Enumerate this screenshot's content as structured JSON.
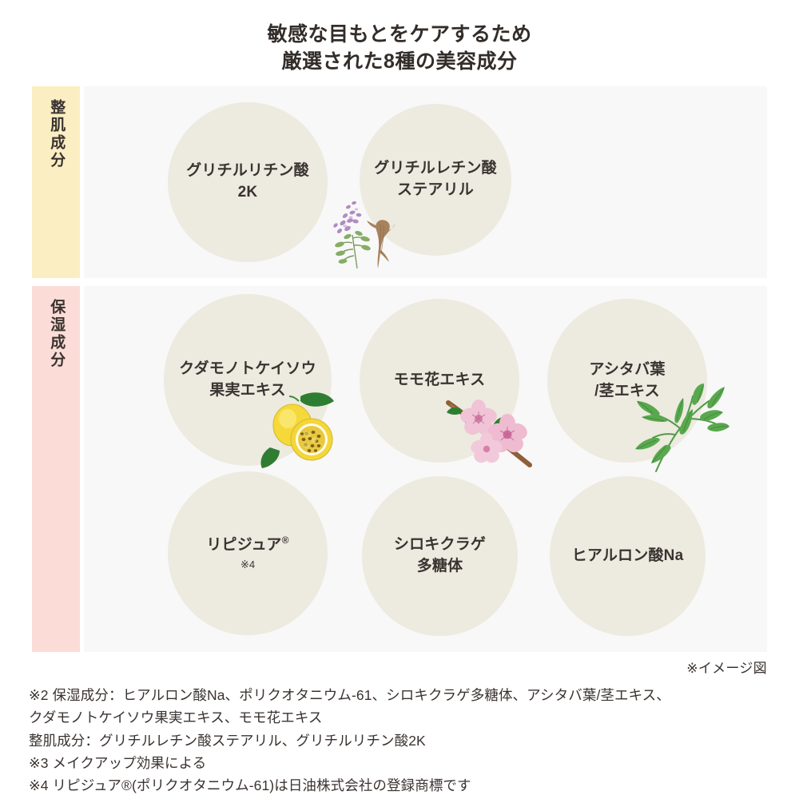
{
  "title": {
    "line1": "敏感な目もとをケアするため",
    "line2": "厳選された8種の美容成分"
  },
  "categories": [
    {
      "id": "seiki",
      "label": "整肌成分",
      "band_color": "#fbeec2",
      "ingredients": [
        {
          "name_line1": "グリチルリチン酸",
          "name_line2": "2K",
          "art": "licorice-plant-illustration"
        },
        {
          "name_line1": "グリチルレチン酸",
          "name_line2": "ステアリル",
          "art": ""
        }
      ]
    },
    {
      "id": "hoshitsu",
      "label": "保湿成分",
      "band_color": "#fcdcd7",
      "ingredients": [
        {
          "name_line1": "クダモノトケイソウ",
          "name_line2": "果実エキス",
          "art": "passionfruit-illustration"
        },
        {
          "name_line1": "モモ花エキス",
          "name_line2": "",
          "art": "peach-blossom-illustration"
        },
        {
          "name_line1": "アシタバ葉",
          "name_line2": "/茎エキス",
          "art": "ashitaba-leaf-illustration"
        },
        {
          "name_line1": "リピジュア",
          "name_line2": "",
          "registered": "®",
          "sub": "※4",
          "art": ""
        },
        {
          "name_line1": "シロキクラゲ",
          "name_line2": "多糖体",
          "art": ""
        },
        {
          "name_line1": "ヒアルロン酸Na",
          "name_line2": "",
          "art": ""
        }
      ]
    }
  ],
  "image_caption": "※イメージ図",
  "footnotes": [
    "※2 保湿成分：ヒアルロン酸Na、ポリクオタニウム-61、シロキクラゲ多糖体、アシタバ葉/茎エキス、",
    "クダモノトケイソウ果実エキス、モモ花エキス",
    "整肌成分：グリチルレチン酸ステアリル、グリチルリチン酸2K",
    "※3 メイクアップ効果による",
    "※4 リピジュア®(ポリクオタニウム-61)は日油株式会社の登録商標です"
  ],
  "colors": {
    "circle_fill": "#edeae0",
    "panel_bg": "#f8f8f8",
    "text": "#3a3330",
    "band_seiki": "#fbeec2",
    "band_hoshitsu": "#fcdcd7"
  }
}
